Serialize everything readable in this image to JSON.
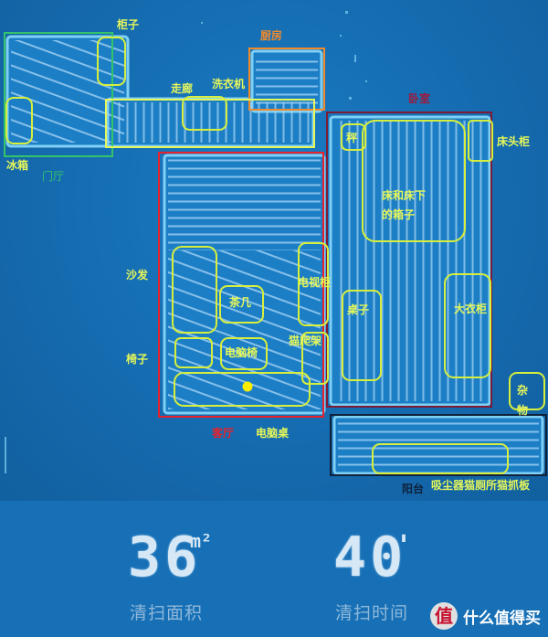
{
  "map": {
    "rooms": {
      "kitchen": "厨房",
      "bedroom": "卧室",
      "living_room": "客厅",
      "balcony": "阳台",
      "entrance_hall": "门厅"
    },
    "objects": {
      "cabinet": "柜子",
      "fridge": "冰箱",
      "corridor": "走廊",
      "washing_machine": "洗衣机",
      "scale": "秤",
      "nightstand": "床头柜",
      "bed_and_boxes": [
        "床和床下",
        "的箱子"
      ],
      "sofa": "沙发",
      "tea_table": "茶几",
      "tv_cabinet": "电视柜",
      "desk": "桌子",
      "wardrobe": "大衣柜",
      "chair": "椅子",
      "computer_chair": "电脑椅",
      "cat_tree": "猫爬架",
      "sundries": [
        "杂",
        "物"
      ],
      "computer_desk": "电脑桌",
      "balcony_items": "吸尘器猫厕所猫抓板"
    },
    "colors": {
      "background": "#1467aa",
      "cleaned_path": "#a9d6f5",
      "annotation_yellow": "#d7ef3c",
      "living_room_box": "#e8212c",
      "bedroom_box": "#7d1a36",
      "kitchen_box": "#f08a2a",
      "entrance_box": "#33c46b",
      "balcony_box": "#10213a",
      "robot_dot": "#ffee00"
    }
  },
  "stats": {
    "area_value": "36",
    "area_unit": "m²",
    "area_label": "清扫面积",
    "time_value": "40",
    "time_unit": "'",
    "time_label": "清扫时间"
  },
  "watermark": {
    "logo": "值",
    "text": "什么值得买"
  }
}
